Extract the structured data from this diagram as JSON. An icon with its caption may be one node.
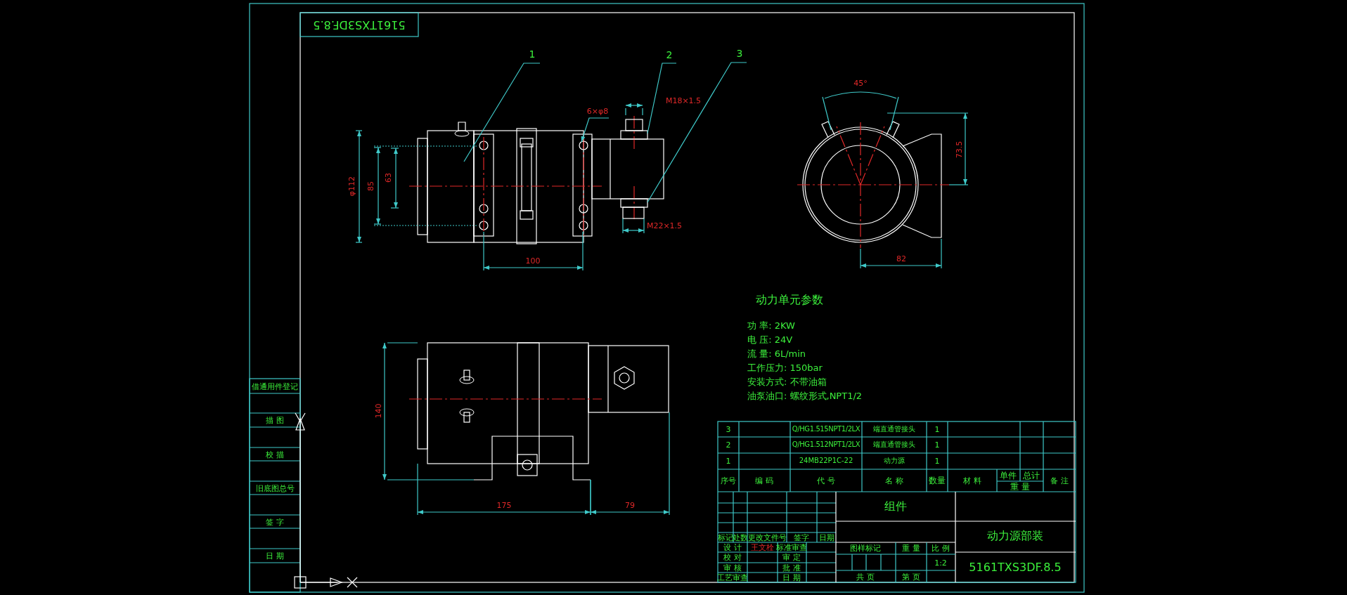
{
  "diagram": {
    "nodes": [
      {
        "text": [
          "1"
        ]
      },
      {
        "text": [
          "2"
        ]
      },
      {
        "text": [
          "3"
        ]
      },
      {
        "text": [
          "6×φ8"
        ]
      },
      {
        "text": [],
        "shape": "picture"
      },
      {
        "text": [],
        "shape": "picture"
      },
      {
        "text": [],
        "shape": "picture"
      },
      {
        "text": [],
        "shape": "circle"
      }
    ],
    "edges": [
      {
        "from": 0,
        "to": 4,
        "arrow": "none"
      },
      {
        "from": 1,
        "to": 5,
        "arrow": "none"
      },
      {
        "from": 2,
        "to": 6,
        "arrow": "none"
      },
      {
        "from": 3,
        "to": 7,
        "arrow": "to"
      }
    ],
    "labels": [
      "5161TXS3DF.8.5",
      "M18×1.5",
      "45°",
      "φ112",
      "85",
      "63",
      "73.5",
      "M22×1.5",
      "100",
      "82",
      "动力单元参数",
      "功 率: 2KW",
      "电 压: 24V",
      "流 量: 6L/min",
      "工作压力: 150bar",
      "安装方式: 不带油箱",
      "油泵油口: 螺纹形式,NPT1/2",
      "借通用件登记",
      "140",
      "描 图",
      "3",
      "Q/HG1.515NPT1/2LX",
      "端直通管接头",
      "1",
      "2",
      "Q/HG1.512NPT1/2LX",
      "端直通管接头",
      "1",
      "1",
      "24MB22P1C-22",
      "动力源",
      "1",
      "序号",
      "编 码",
      "代 号",
      "名 称",
      "数量",
      "材 料",
      "单件",
      "总计",
      "重 量",
      "备 注",
      "校 描",
      "175",
      "79",
      "旧底图总号",
      "组件",
      "签 字",
      "标记",
      "处数",
      "更改文件号",
      "签字",
      "日期",
      "动力源部装",
      "设 计",
      "王文栓",
      "标准审查",
      "图样标记",
      "重 量",
      "比 例",
      "校 对",
      "审 定",
      "1:2",
      "审 核",
      "批 准",
      "5161TXS3DF.8.5",
      "工艺审查",
      "日 期",
      "共 页",
      "第 页",
      "日 期"
    ]
  }
}
